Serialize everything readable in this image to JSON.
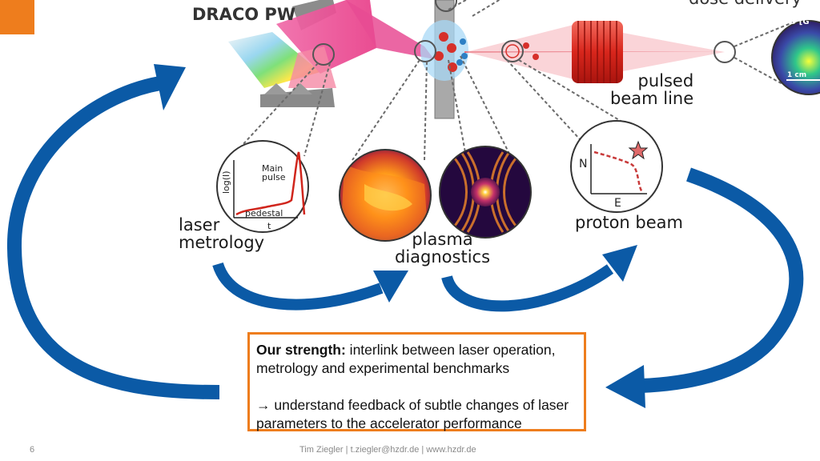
{
  "labels": {
    "draco": "DRACO PW",
    "dose_delivery": "dose delivery",
    "laser_line1": "laser",
    "laser_line2": "metrology",
    "plasma_line1": "plasma",
    "plasma_line2": "diagnostics",
    "proton_beam": "proton beam",
    "pulsed_line1": "pulsed",
    "pulsed_line2": "beam line"
  },
  "insets": {
    "laser_ylabel": "log(I)",
    "laser_main1": "Main",
    "laser_main2": "pulse",
    "laser_pedestal": "pedestal",
    "laser_xlabel": "t",
    "proton_ylabel": "N",
    "proton_xlabel": "E",
    "dose_scale": "1 cm",
    "dose_corner": "D [G"
  },
  "strength_box": {
    "title": "Our strength:",
    "text1": " interlink between laser operation, metrology and experimental benchmarks",
    "text2": "→ understand feedback of subtle changes of laser parameters to the accelerator performance"
  },
  "footer": {
    "page": "6",
    "credit": "Tim Ziegler | t.ziegler@hzdr.de | www.hzdr.de"
  },
  "colors": {
    "accent_orange": "#ee7d1d",
    "arrow_blue": "#0b5aa6"
  }
}
